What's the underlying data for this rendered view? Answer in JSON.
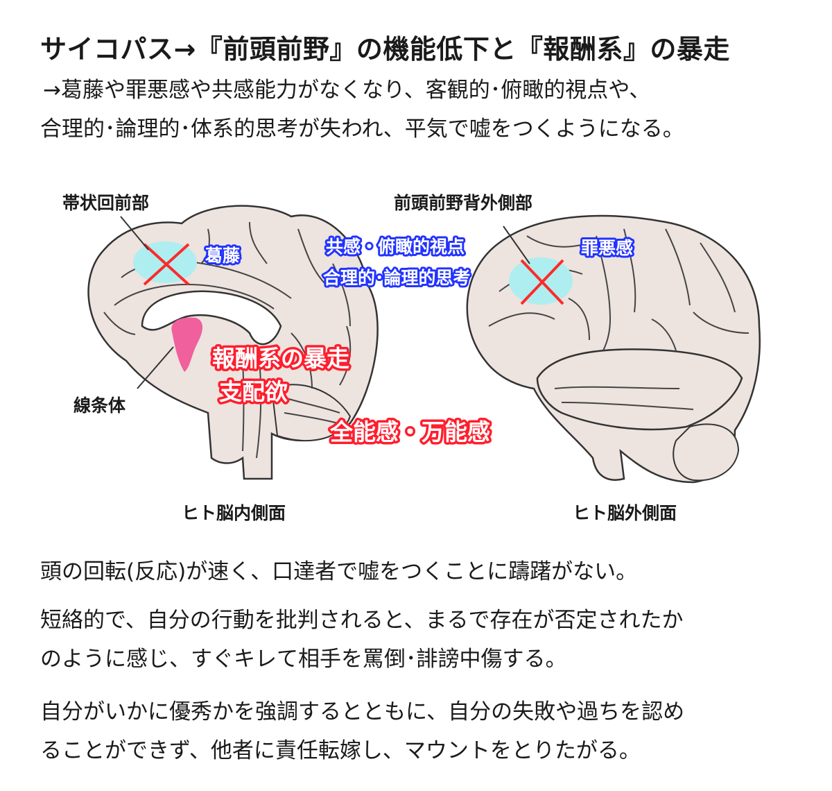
{
  "title": "サイコパス→『前頭前野』の機能低下と『報酬系』の暴走",
  "subtitle": [
    "→葛藤や罪悪感や共感能力がなくなり、客観的･俯瞰的視点や、",
    "合理的･論理的･体系的思考が失われ、平気で嘘をつくようになる。"
  ],
  "diagram": {
    "left_brain": {
      "caption": "ヒト脳内側面",
      "region_label": "帯状回前部",
      "region_tag": "葛藤",
      "striatum_label": "線条体",
      "reward_tags": [
        "報酬系の暴走",
        "支配欲"
      ]
    },
    "right_brain": {
      "caption": "ヒト脳外側面",
      "region_label": "前頭前野背外側部",
      "region_tag": "罪悪感"
    },
    "center_tags": [
      "共感・俯瞰的視点",
      "合理的･論理的思考"
    ],
    "bottom_tag": "全能感・万能感",
    "colors": {
      "brain_fill": "#ede3df",
      "outline": "#333333",
      "highlight": "#aeeef0",
      "cross": "#ff2a2a",
      "striatum": "#f0609c",
      "blue_tag_stroke": "#2233ff",
      "red_tag_stroke": "#ff1e2d"
    }
  },
  "paragraphs": [
    [
      "頭の回転(反応)が速く、口達者で嘘をつくことに躊躇がない。"
    ],
    [
      "短絡的で、自分の行動を批判されると、まるで存在が否定されたか",
      "のように感じ、すぐキレて相手を罵倒･誹謗中傷する。"
    ],
    [
      "自分がいかに優秀かを強調するとともに、自分の失敗や過ちを認め",
      "ることができず、他者に責任転嫁し、マウントをとりたがる。"
    ]
  ]
}
